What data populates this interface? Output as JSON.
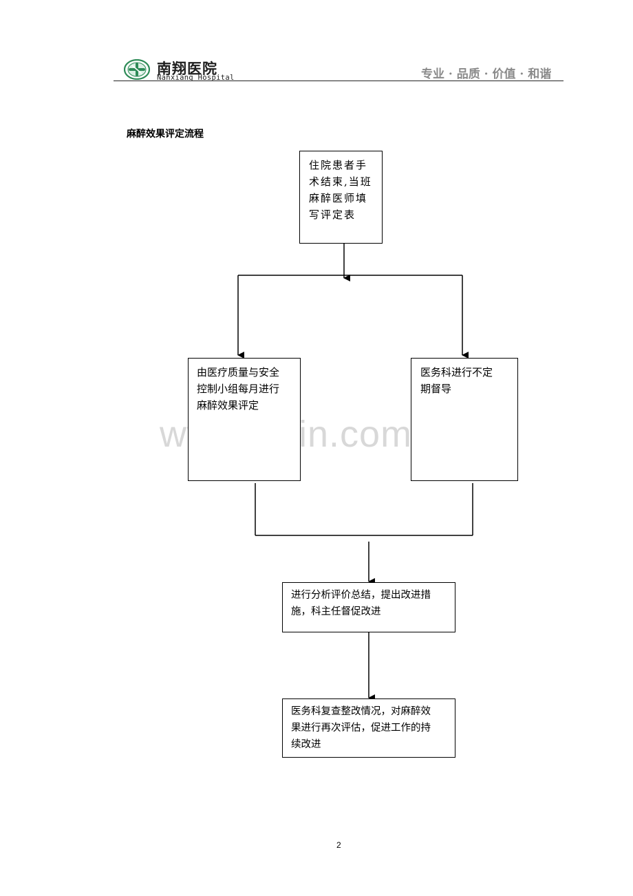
{
  "header": {
    "hospital_name": "南翔医院",
    "hospital_name_en": "Nanxiang Hospital",
    "motto": "专业 · 品质 · 价值 · 和谐",
    "logo_icon": "hospital-cross-logo",
    "brand_color": "#2e8b57"
  },
  "title": "麻醉效果评定流程",
  "flow": {
    "start": [
      "住院患者手",
      "术结束,当班",
      "麻醉医师填",
      "写评定表"
    ],
    "left_branch": [
      "由医疗质量与安全",
      "控制小组每月进行",
      "麻醉效果评定"
    ],
    "right_branch": [
      "医务科进行不定",
      "期督导"
    ],
    "analysis": [
      "进行分析评价总结，提出改进措",
      "施，科主任督促改进"
    ],
    "review": [
      "医务科复查整改情况，对麻醉效",
      "果进行再次评估，促进工作的持",
      "续改进"
    ]
  },
  "watermark": "www.zixin.com.cn",
  "page_number": "2"
}
